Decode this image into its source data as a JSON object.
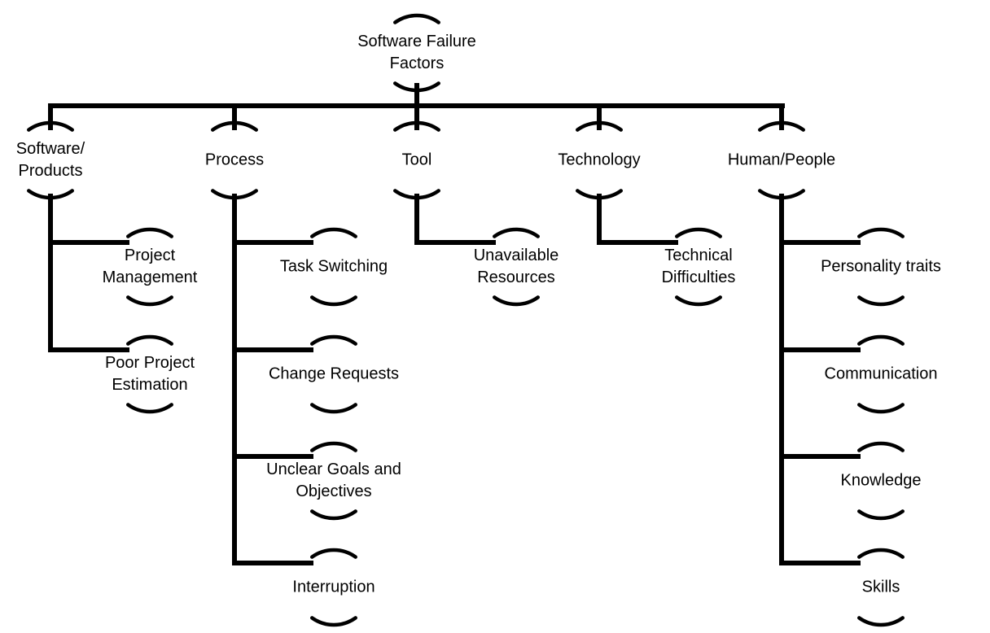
{
  "diagram": {
    "root": {
      "lines": [
        "Software Failure",
        "Factors"
      ]
    },
    "categories": [
      {
        "lines": [
          "Software/",
          "Products"
        ],
        "children": [
          {
            "lines": [
              "Project",
              "Management"
            ]
          },
          {
            "lines": [
              "Poor Project",
              "Estimation"
            ]
          }
        ]
      },
      {
        "lines": [
          "Process"
        ],
        "children": [
          {
            "lines": [
              "Task Switching"
            ]
          },
          {
            "lines": [
              "Change Requests"
            ]
          },
          {
            "lines": [
              "Unclear Goals and",
              "Objectives"
            ]
          },
          {
            "lines": [
              "Interruption"
            ]
          }
        ]
      },
      {
        "lines": [
          "Tool"
        ],
        "children": [
          {
            "lines": [
              "Unavailable",
              "Resources"
            ]
          }
        ]
      },
      {
        "lines": [
          "Technology"
        ],
        "children": [
          {
            "lines": [
              "Technical",
              "Difficulties"
            ]
          }
        ]
      },
      {
        "lines": [
          "Human/People"
        ],
        "children": [
          {
            "lines": [
              "Personality traits"
            ]
          },
          {
            "lines": [
              "Communication"
            ]
          },
          {
            "lines": [
              "Knowledge"
            ]
          },
          {
            "lines": [
              "Skills"
            ]
          }
        ]
      }
    ]
  },
  "colors": {
    "stroke": "#000000",
    "background": "#ffffff"
  }
}
